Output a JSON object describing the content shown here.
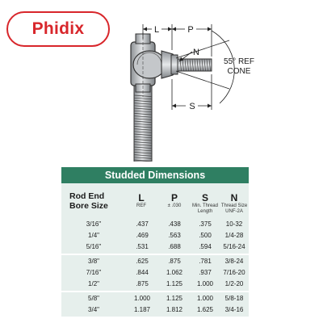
{
  "logo": {
    "text": "Phidix"
  },
  "drawing": {
    "label_L": "L",
    "label_P": "P",
    "label_N": "N",
    "label_S": "S",
    "cone_line1": "55° REF",
    "cone_line2": "CONE"
  },
  "table": {
    "title": "Studded Dimensions",
    "headers": {
      "bore_line1": "Rod End",
      "bore_line2": "Bore Size",
      "L": {
        "main": "L",
        "sub1": "REF",
        "sub2": ""
      },
      "P": {
        "main": "P",
        "sub1": "± .030",
        "sub2": ""
      },
      "S": {
        "main": "S",
        "sub1": "Min. Thread",
        "sub2": "Length"
      },
      "N": {
        "main": "N",
        "sub1": "Thread Size",
        "sub2": "UNF-2A"
      }
    },
    "rows": [
      {
        "bore": "3/16\"",
        "L": ".437",
        "P": ".438",
        "S": ".375",
        "N": "10-32"
      },
      {
        "bore": "1/4\"",
        "L": ".469",
        "P": ".563",
        "S": ".500",
        "N": "1/4-28"
      },
      {
        "bore": "5/16\"",
        "L": ".531",
        "P": ".688",
        "S": ".594",
        "N": "5/16-24"
      },
      {
        "bore": "3/8\"",
        "L": ".625",
        "P": ".875",
        "S": ".781",
        "N": "3/8-24"
      },
      {
        "bore": "7/16\"",
        "L": ".844",
        "P": "1.062",
        "S": ".937",
        "N": "7/16-20"
      },
      {
        "bore": "1/2\"",
        "L": ".875",
        "P": "1.125",
        "S": "1.000",
        "N": "1/2-20"
      },
      {
        "bore": "5/8\"",
        "L": "1.000",
        "P": "1.125",
        "S": "1.000",
        "N": "5/8-18"
      },
      {
        "bore": "3/4\"",
        "L": "1.187",
        "P": "1.812",
        "S": "1.625",
        "N": "3/4-16"
      }
    ]
  },
  "colors": {
    "brand_red": "#d8262b",
    "table_green": "#2f7f62",
    "table_bg": "#e6efec",
    "steel": "#b9bcbf"
  }
}
